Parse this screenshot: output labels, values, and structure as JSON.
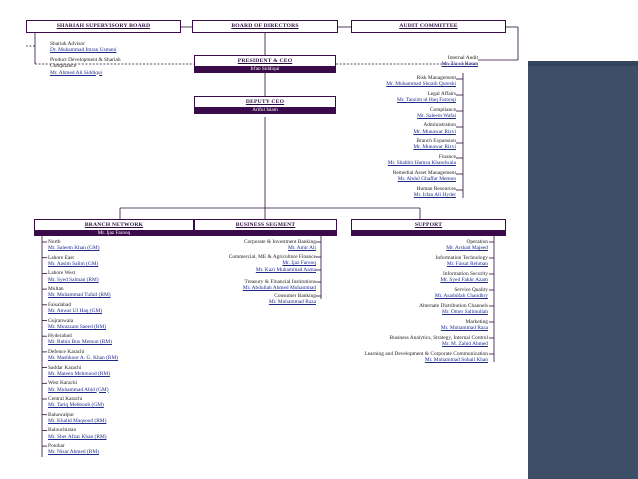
{
  "top": {
    "shariah_board": "SHARIAH SUPERVISORY BOARD",
    "board": "BOARD OF DIRECTORS",
    "audit": "AUDIT COMMITTEE"
  },
  "left_top": [
    {
      "title": "Shariah Advisor",
      "name": "Dr. Muhammad Imran Usmani"
    },
    {
      "title": "Product Development & Shariah Compliance",
      "name": "Mr. Ahmed Ali Siddiqui"
    }
  ],
  "president": {
    "label": "PRESIDENT & CEO",
    "name": "Irfan Siddiqui"
  },
  "internal_audit": {
    "title": "Internal Audit",
    "name": "Mr. Zia ul Hasan"
  },
  "deputy": {
    "label": "DEPUTY CEO",
    "name": "Ariful Islam"
  },
  "functions": [
    {
      "title": "Risk Management",
      "name": "Mr. Muhammad Shoaib Qureshi"
    },
    {
      "title": "Legal Affairs",
      "name": "Mr. Tanzim ul Haq Farooqi"
    },
    {
      "title": "Compliance",
      "name": "Mr. Saleem Wafai"
    },
    {
      "title": "Administration",
      "name": "Mr. Munawar Rizvi"
    },
    {
      "title": "Branch Expansion",
      "name": "Mr. Munawar Rizvi"
    },
    {
      "title": "Finance",
      "name": "Mr. Shabbir Hamza Khandwala"
    },
    {
      "title": "Remedial Asset Management",
      "name": "Mr. Abdul Ghaffar Memon"
    },
    {
      "title": "Human Resources",
      "name": "Mr. Irfan Ali Hyder"
    }
  ],
  "branch": {
    "label": "BRANCH NETWORK",
    "head": "Mr. Ijaz Farooq",
    "items": [
      {
        "title": "North",
        "name": "Mr. Saleem Khan (GM)"
      },
      {
        "title": "Lahore East",
        "name": "Mr. Aasim Salim (GM)"
      },
      {
        "title": "Lahore West",
        "name": "Mr. Syed Salman (RM)"
      },
      {
        "title": "Multan",
        "name": "Mr. Muhammad Tufail (RM)"
      },
      {
        "title": "Faisalabad",
        "name": "Mr. Anwar Ul Haq (GM)"
      },
      {
        "title": "Gujranwala",
        "name": "Mr. Mouzzam Saeed (RM)"
      },
      {
        "title": "Hyderabad",
        "name": "Mr. Rubin Bux Memon (RM)"
      },
      {
        "title": "Defence Karachi",
        "name": "Mr. Mashkoor A. G. Khan (RM)"
      },
      {
        "title": "Saddar Karachi",
        "name": "Mr. Mateen Mehmood (RM)"
      },
      {
        "title": "West Karachi",
        "name": "Mr. Muhammad Abid (GM)"
      },
      {
        "title": "Central Karachi",
        "name": "Mr. Tariq Mehboob (GM)"
      },
      {
        "title": "Bahawalpur",
        "name": "Mr. Khalid Maqsood (RM)"
      },
      {
        "title": "Balouchistan",
        "name": "Mr. Sher Afzar Khan (RM)"
      },
      {
        "title": "Potohar",
        "name": "Mr. Nisar Ahmed (RM)"
      }
    ]
  },
  "business": {
    "label": "BUSINESS SEGMENT",
    "items": [
      {
        "title": "Corporate & Investment Banking",
        "name": "Mr. Amir Ali"
      },
      {
        "title": "Commercial, ME & Agriculture Finance",
        "name": "Mr. Ijaz Farooq"
      },
      {
        "title": "",
        "name": "Mr. Kazi Muhammad Asma"
      },
      {
        "title": "Treasury & Financial Institutions",
        "name": "Mr. Abdullah Ahmed Muhammad"
      },
      {
        "title": "Consumer Banking",
        "name": "Mr. Muhammad Raza"
      }
    ]
  },
  "support": {
    "label": "SUPPORT",
    "items": [
      {
        "title": "Operation",
        "name": "Mr. Arshad Majeed"
      },
      {
        "title": "Information Technology",
        "name": "Mr. Faisal Rehman"
      },
      {
        "title": "Information Security",
        "name": "Mr. Syed Fakhr Azam"
      },
      {
        "title": "Service Quality",
        "name": "Mr. Asadullah Chaudhry"
      },
      {
        "title": "Alternate Distribution Channels",
        "name": "Mr. Omer Salimullah"
      },
      {
        "title": "Marketing",
        "name": "Mr. Muhammad Raza"
      },
      {
        "title": "Business Analytics, Strategy, Internal Control",
        "name": "Mr. M. Zahid Ahmed"
      },
      {
        "title": "Learning and Development & Corporate Communication",
        "name": "Mr. Muhammad Sohail Khan"
      }
    ]
  }
}
